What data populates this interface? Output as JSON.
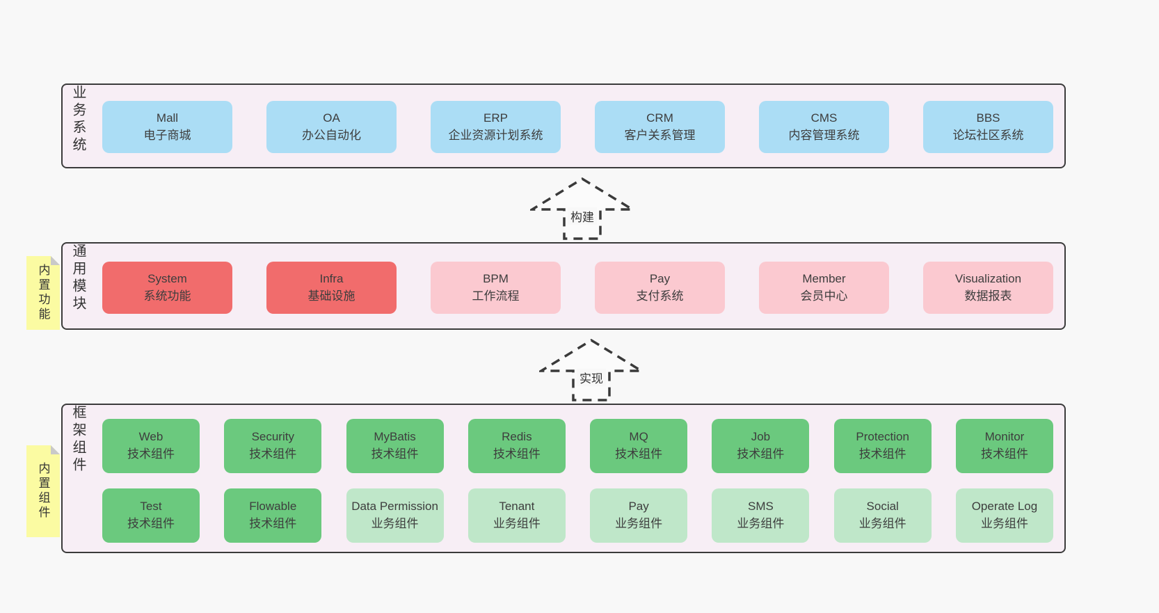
{
  "colors": {
    "page_bg": "#f8f8f8",
    "panel_bg": "#f7eef5",
    "panel_border": "#3b3b3b",
    "blue": "#abddf5",
    "red": "#f16c6c",
    "pink": "#fbc9d0",
    "green": "#6bc97e",
    "lightgreen": "#bfe7c9",
    "yellow": "#fbfba2",
    "fold": "#c9c9c9",
    "text": "#333333"
  },
  "arrows": {
    "build": "构建",
    "implement": "实现"
  },
  "layers": {
    "business": {
      "label": "业务系统",
      "boxes": [
        {
          "name": "Mall",
          "desc": "电子商城",
          "type": "blue"
        },
        {
          "name": "OA",
          "desc": "办公自动化",
          "type": "blue"
        },
        {
          "name": "ERP",
          "desc": "企业资源计划系统",
          "type": "blue"
        },
        {
          "name": "CRM",
          "desc": "客户关系管理",
          "type": "blue"
        },
        {
          "name": "CMS",
          "desc": "内容管理系统",
          "type": "blue"
        },
        {
          "name": "BBS",
          "desc": "论坛社区系统",
          "type": "blue"
        }
      ]
    },
    "modules": {
      "label": "通用模块",
      "tag": "内置功能",
      "boxes": [
        {
          "name": "System",
          "desc": "系统功能",
          "type": "red"
        },
        {
          "name": "Infra",
          "desc": "基础设施",
          "type": "red"
        },
        {
          "name": "BPM",
          "desc": "工作流程",
          "type": "pink"
        },
        {
          "name": "Pay",
          "desc": "支付系统",
          "type": "pink"
        },
        {
          "name": "Member",
          "desc": "会员中心",
          "type": "pink"
        },
        {
          "name": "Visualization",
          "desc": "数据报表",
          "type": "pink"
        }
      ]
    },
    "components": {
      "label": "框架组件",
      "tag": "内置组件",
      "rows": [
        [
          {
            "name": "Web",
            "desc": "技术组件",
            "type": "green"
          },
          {
            "name": "Security",
            "desc": "技术组件",
            "type": "green"
          },
          {
            "name": "MyBatis",
            "desc": "技术组件",
            "type": "green"
          },
          {
            "name": "Redis",
            "desc": "技术组件",
            "type": "green"
          },
          {
            "name": "MQ",
            "desc": "技术组件",
            "type": "green"
          },
          {
            "name": "Job",
            "desc": "技术组件",
            "type": "green"
          },
          {
            "name": "Protection",
            "desc": "技术组件",
            "type": "green"
          },
          {
            "name": "Monitor",
            "desc": "技术组件",
            "type": "green"
          }
        ],
        [
          {
            "name": "Test",
            "desc": "技术组件",
            "type": "green"
          },
          {
            "name": "Flowable",
            "desc": "技术组件",
            "type": "green"
          },
          {
            "name": "Data Permission",
            "desc": "业务组件",
            "type": "lightgreen"
          },
          {
            "name": "Tenant",
            "desc": "业务组件",
            "type": "lightgreen"
          },
          {
            "name": "Pay",
            "desc": "业务组件",
            "type": "lightgreen"
          },
          {
            "name": "SMS",
            "desc": "业务组件",
            "type": "lightgreen"
          },
          {
            "name": "Social",
            "desc": "业务组件",
            "type": "lightgreen"
          },
          {
            "name": "Operate Log",
            "desc": "业务组件",
            "type": "lightgreen"
          }
        ]
      ]
    }
  }
}
